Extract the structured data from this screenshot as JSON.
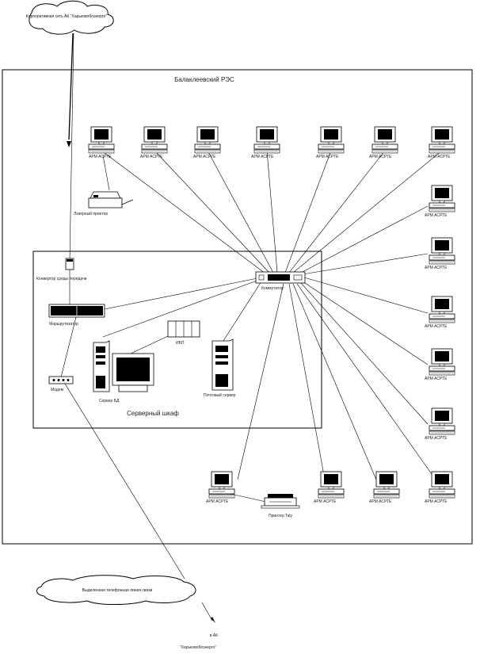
{
  "clouds": {
    "top": "Корпоративная сеть АК \"Харьковоблэнерго\"",
    "bottom": "Выделенная телефонная линия связи"
  },
  "outer_label": "Балаклеевский РЭС",
  "cabinet_label": "Серверный шкаф",
  "workstation_label": "АРМ АСРТЕ",
  "devices": {
    "laser_printer": "Лазерный принтер",
    "converter": "Конвертор среды передачи",
    "switch": "Коммутатор",
    "router": "Маршрутизатор",
    "modem": "Модем",
    "ups": "ИБП",
    "db_server": "Сервер БД",
    "mail_server": "Почтовый сервер",
    "matrix_printer": "Принтер Taly"
  },
  "destination": {
    "line1": "в АК",
    "line2": "\"Харьковоблэнерго\""
  }
}
